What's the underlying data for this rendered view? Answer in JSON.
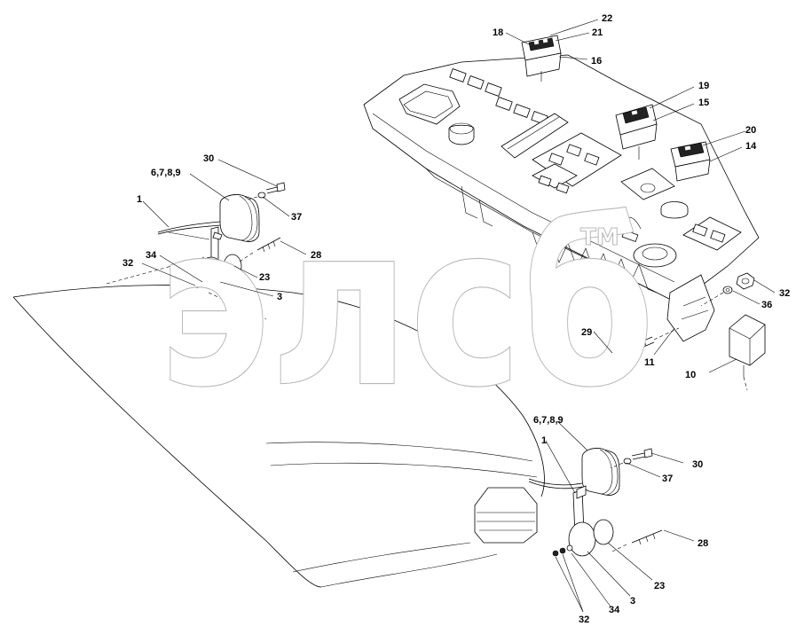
{
  "watermark": {
    "text": "элсб",
    "trademark": "TM"
  },
  "callouts": {
    "c1a": "1",
    "c1b": "1",
    "c3a": "3",
    "c3b": "3",
    "c6789a": "6,7,8,9",
    "c6789b": "6,7,8,9",
    "c10": "10",
    "c11": "11",
    "c14": "14",
    "c15": "15",
    "c16": "16",
    "c18": "18",
    "c19": "19",
    "c20": "20",
    "c21": "21",
    "c22": "22",
    "c23a": "23",
    "c23b": "23",
    "c28a": "28",
    "c28b": "28",
    "c29": "29",
    "c30a": "30",
    "c30b": "30",
    "c32a": "32",
    "c32b": "32",
    "c32c": "32",
    "c34a": "34",
    "c34b": "34",
    "c36": "36",
    "c37a": "37",
    "c37b": "37"
  },
  "colors": {
    "line": "#000000",
    "watermark_outline": "#b8b8b8",
    "background": "#ffffff"
  }
}
